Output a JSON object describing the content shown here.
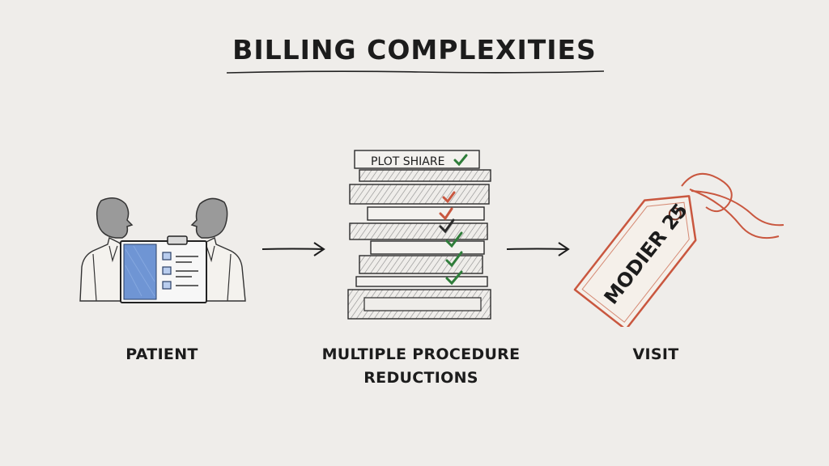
{
  "title": "BILLING COMPLEXITIES",
  "steps": [
    {
      "label": "PATIENT",
      "icon": "doctors-clipboard-icon"
    },
    {
      "label_line1": "MULTIPLE PROCEDURE",
      "label_line2": "REDUCTIONS",
      "icon": "document-stack-icon"
    },
    {
      "label": "VISIT",
      "icon": "price-tag-icon"
    }
  ],
  "stack_top_label": "PLOT SHIARE",
  "tag_text": "MODIER 25",
  "colors": {
    "blue": "#6f95d4",
    "green": "#2f7d3a",
    "red": "#c9573f",
    "tag_outline": "#c9573f"
  }
}
